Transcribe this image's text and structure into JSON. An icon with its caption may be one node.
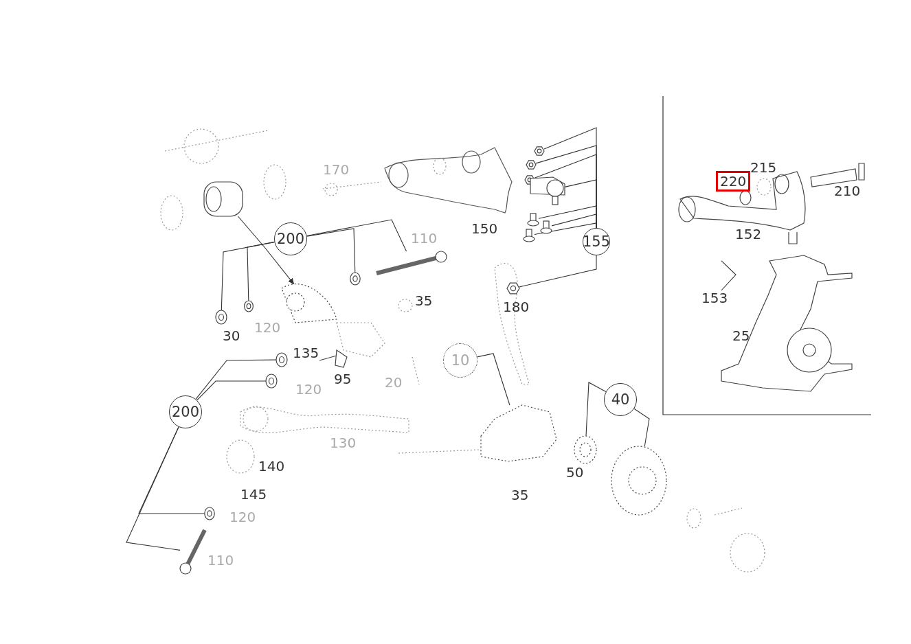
{
  "diagram": {
    "nodes": [
      {
        "text": [
          "200"
        ]
      },
      {
        "text": [],
        "shape": "picture"
      },
      {
        "text": [],
        "shape": "picture"
      },
      {
        "text": [],
        "shape": "picture"
      },
      {
        "text": [],
        "shape": "picture"
      },
      {
        "text": [],
        "shape": "picture"
      },
      {
        "text": [],
        "shape": "picture"
      },
      {
        "text": [
          "155"
        ]
      },
      {
        "text": [],
        "shape": "picture"
      },
      {
        "text": [],
        "shape": "picture"
      },
      {
        "text": [],
        "shape": "picture"
      },
      {
        "text": [],
        "shape": "picture"
      },
      {
        "text": [],
        "shape": "picture"
      },
      {
        "text": [],
        "shape": "picture"
      },
      {
        "text": [],
        "shape": "picture"
      },
      {
        "text": [],
        "shape": "picture"
      },
      {
        "text": [
          "200"
        ]
      },
      {
        "text": [],
        "shape": "picture"
      },
      {
        "text": [],
        "shape": "picture"
      },
      {
        "text": [],
        "shape": "picture"
      },
      {
        "text": [],
        "shape": "picture"
      },
      {
        "text": [
          "40"
        ]
      },
      {
        "text": [],
        "shape": "picture"
      },
      {
        "text": [],
        "shape": "picture"
      },
      {
        "text": [
          "153"
        ]
      },
      {
        "text": [],
        "shape": "picture"
      },
      {
        "text": [
          "220"
        ]
      },
      {
        "text": [
          "10"
        ]
      },
      {
        "text": [],
        "shape": "picture"
      }
    ],
    "edges": [
      {
        "from": 0,
        "to": 1,
        "arrow": "none"
      },
      {
        "from": 0,
        "to": 2,
        "arrow": "none"
      },
      {
        "from": 0,
        "to": 3,
        "arrow": "none"
      },
      {
        "from": 0,
        "to": 4,
        "arrow": "none"
      },
      {
        "from": 5,
        "to": 6,
        "arrow": "to"
      },
      {
        "from": 7,
        "to": 8,
        "arrow": "none"
      },
      {
        "from": 7,
        "to": 9,
        "arrow": "none"
      },
      {
        "from": 7,
        "to": 10,
        "arrow": "none"
      },
      {
        "from": 7,
        "to": 11,
        "arrow": "none"
      },
      {
        "from": 7,
        "to": 12,
        "arrow": "none"
      },
      {
        "from": 7,
        "to": 13,
        "arrow": "none"
      },
      {
        "from": 7,
        "to": 14,
        "arrow": "none"
      },
      {
        "from": 7,
        "to": 15,
        "arrow": "none"
      },
      {
        "from": 16,
        "to": 17,
        "arrow": "none"
      },
      {
        "from": 16,
        "to": 18,
        "arrow": "none"
      },
      {
        "from": 16,
        "to": 19,
        "arrow": "none"
      },
      {
        "from": 16,
        "to": 20,
        "arrow": "none"
      },
      {
        "from": 21,
        "to": 22,
        "arrow": "none"
      },
      {
        "from": 21,
        "to": 23,
        "arrow": "none"
      },
      {
        "from": 24,
        "to": 25,
        "arrow": "none"
      },
      {
        "from": 27,
        "to": 28,
        "arrow": "none"
      }
    ],
    "labels": [
      "170",
      "150",
      "110",
      "120",
      "30",
      "35",
      "180",
      "135",
      "95",
      "20",
      "120",
      "130",
      "140",
      "145",
      "120",
      "110",
      "35",
      "50",
      "215",
      "210",
      "152",
      "25"
    ]
  }
}
